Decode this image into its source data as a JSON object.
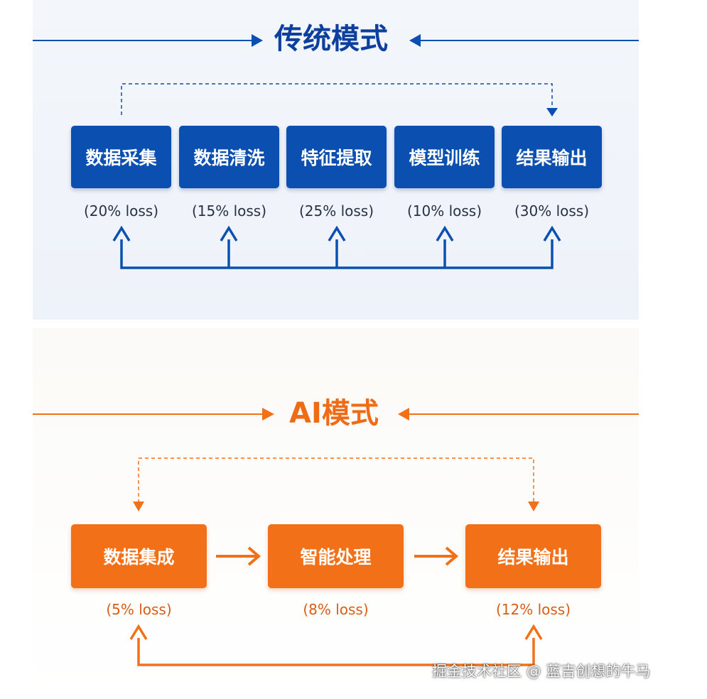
{
  "traditional": {
    "title": "传统模式",
    "color": "#0b4fb0",
    "steps": [
      {
        "label": "数据采集",
        "loss": "(20% loss)"
      },
      {
        "label": "数据清洗",
        "loss": "(15% loss)"
      },
      {
        "label": "特征提取",
        "loss": "(25% loss)"
      },
      {
        "label": "模型训练",
        "loss": "(10% loss)"
      },
      {
        "label": "结果输出",
        "loss": "(30% loss)"
      }
    ]
  },
  "ai": {
    "title": "AI模式",
    "color": "#f27118",
    "steps": [
      {
        "label": "数据集成",
        "loss": "(5% loss)"
      },
      {
        "label": "智能处理",
        "loss": "(8% loss)"
      },
      {
        "label": "结果输出",
        "loss": "(12% loss)"
      }
    ]
  },
  "watermark": "掘金技术社区 @ 蓝吉创想的牛马"
}
